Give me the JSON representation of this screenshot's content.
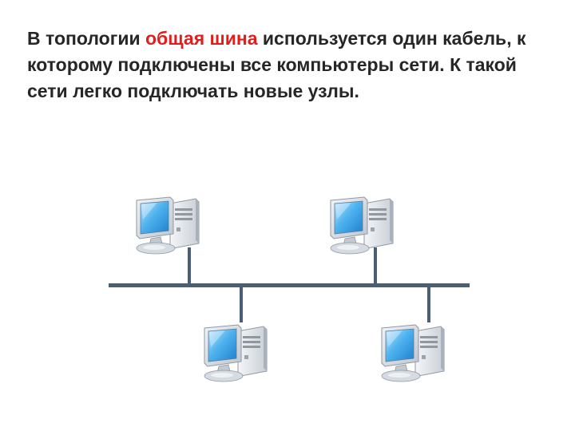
{
  "text": {
    "before": "В топологии ",
    "highlight": "общая шина",
    "after": " используется один кабель, к которому подключены все компьютеры сети. К такой сети легко подключать новые узлы."
  },
  "colors": {
    "text": "#262626",
    "highlight": "#e31c1c",
    "bus": "#4a5f75",
    "screen": "#3aa6e6",
    "case": "#e4e8ec"
  },
  "diagram": {
    "topology": "bus",
    "computers_above_bus": 2,
    "computers_below_bus": 2,
    "icon": "desktop-computer-icon"
  }
}
